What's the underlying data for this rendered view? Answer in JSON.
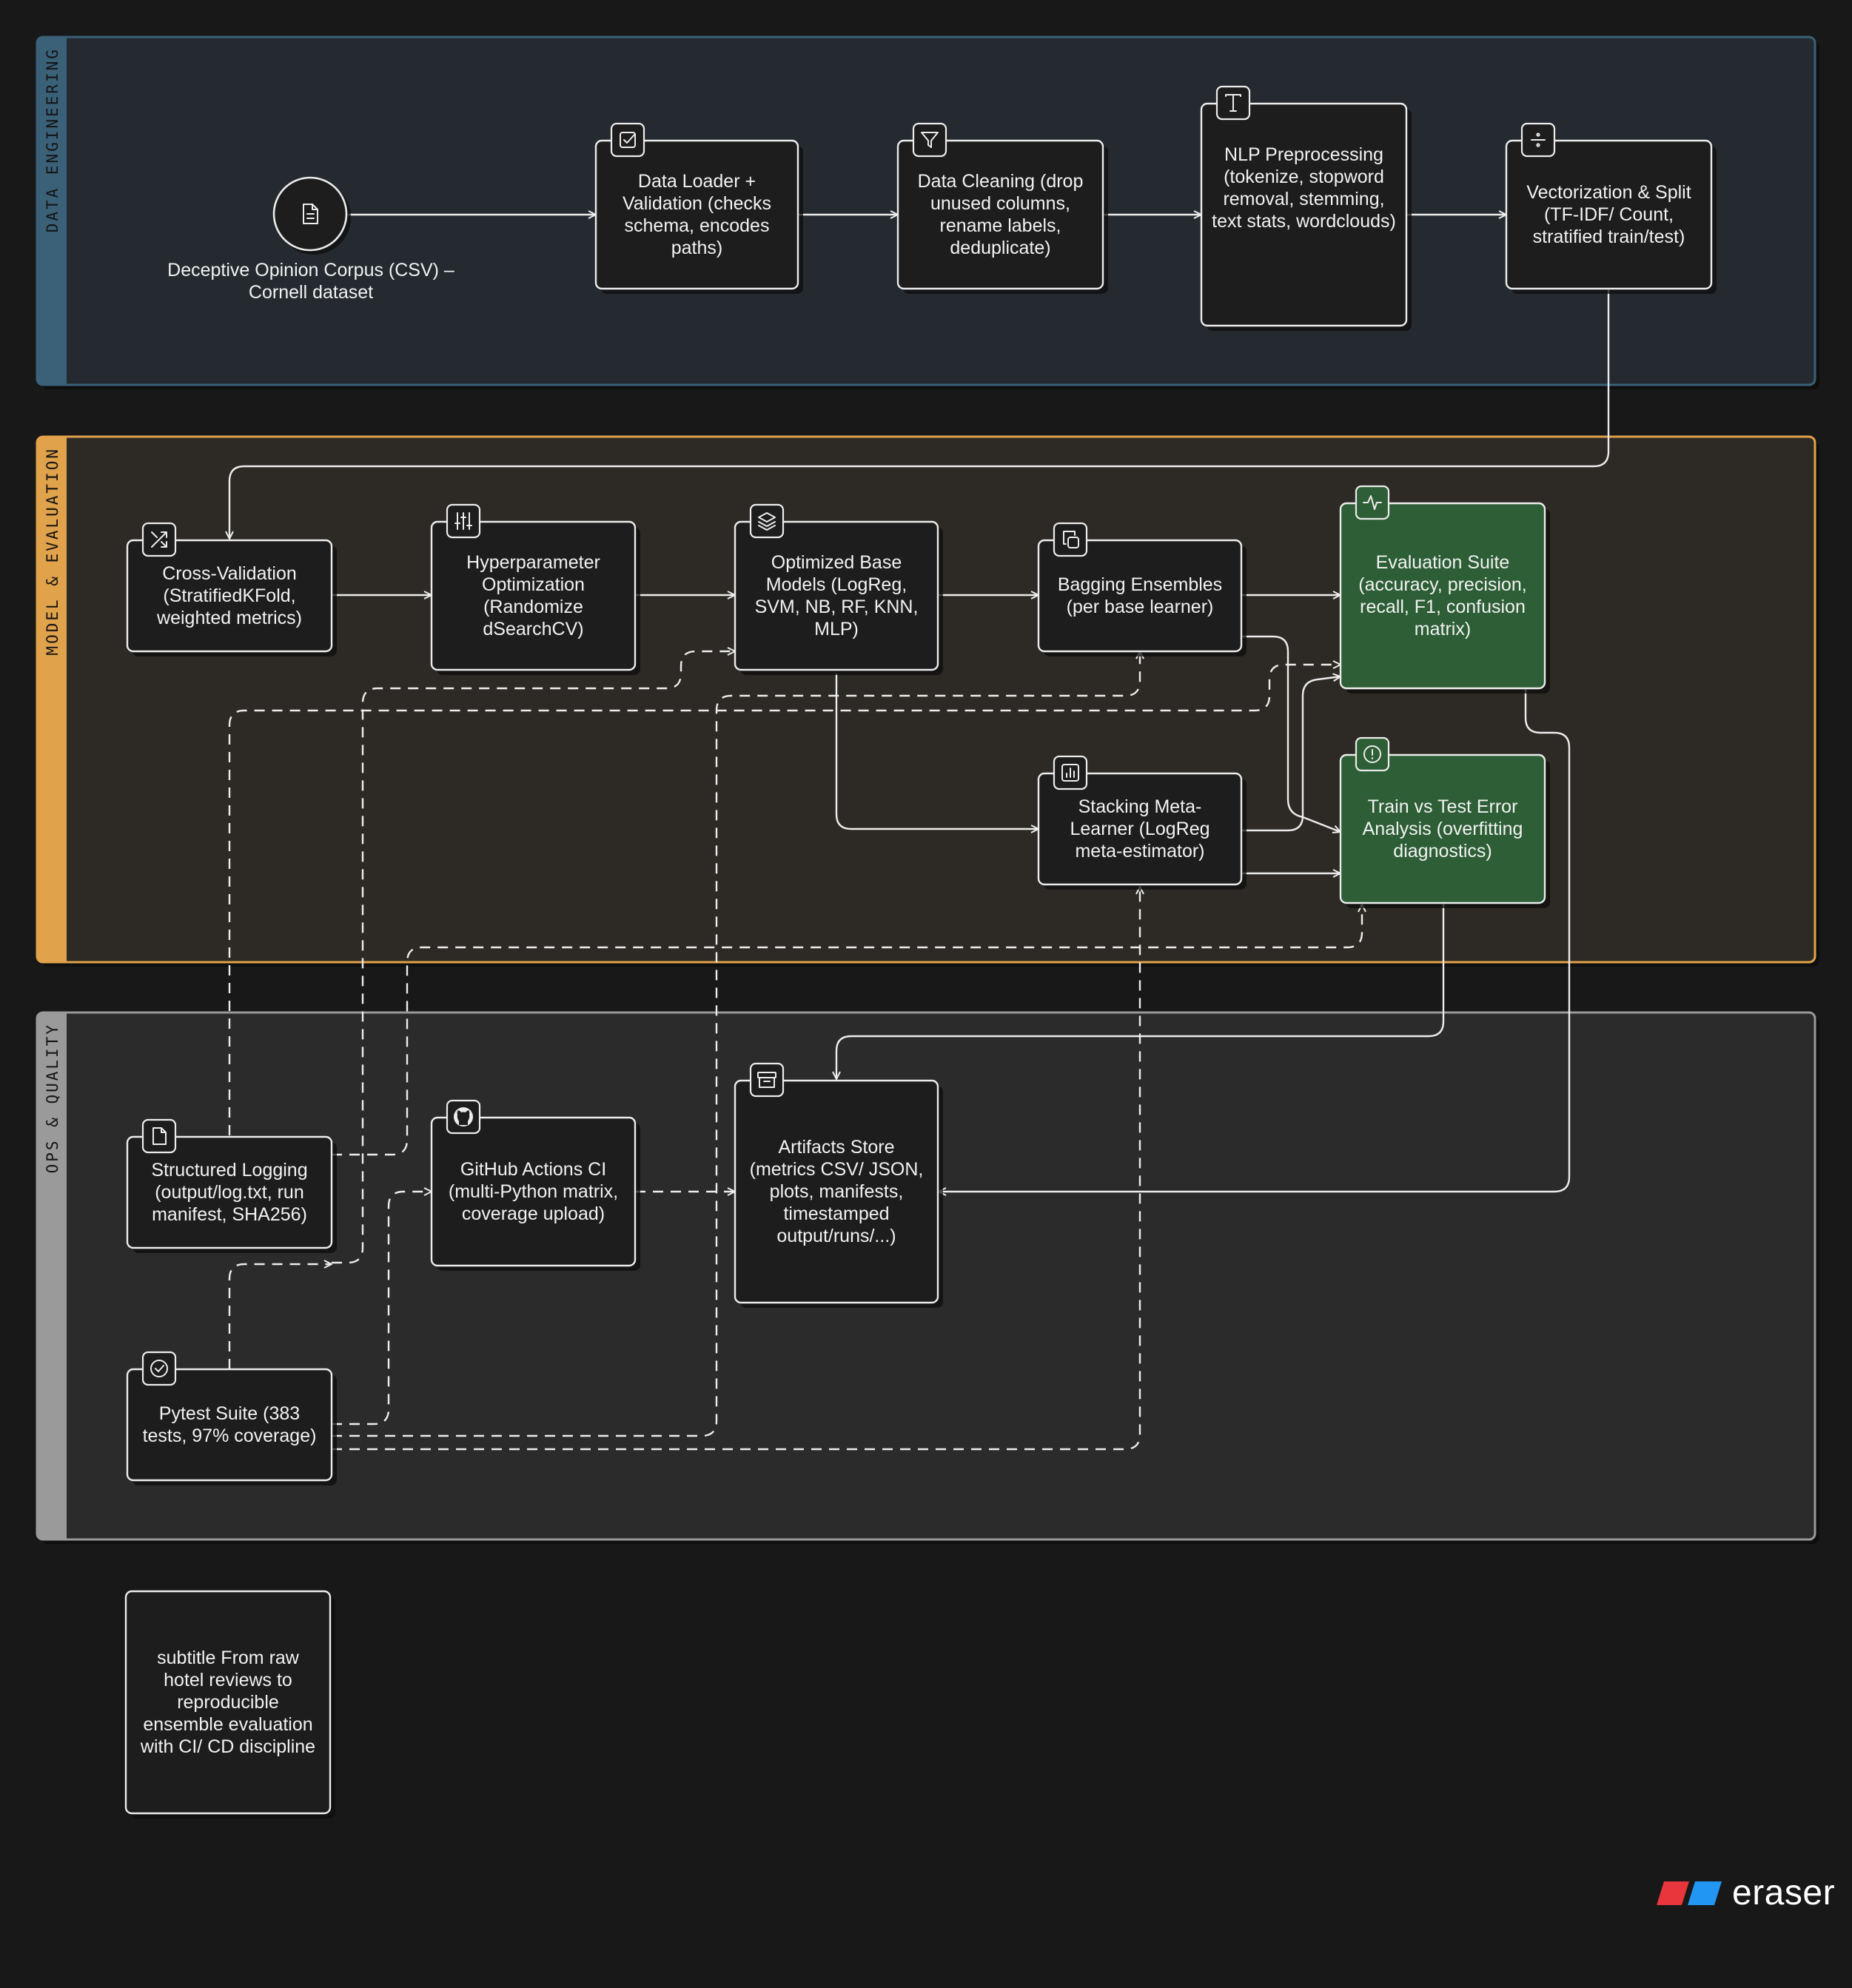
{
  "lanes": [
    {
      "id": "data",
      "label": "DATA ENGINEERING"
    },
    {
      "id": "model",
      "label": "MODEL & EVALUATION"
    },
    {
      "id": "ops",
      "label": "OPS & QUALITY"
    }
  ],
  "nodes": {
    "corpus": {
      "label": "Deceptive Opinion Corpus (CSV) – Cornell dataset",
      "icon": "document-icon"
    },
    "loader": {
      "label": "Data Loader + Validation (checks schema, encodes paths)",
      "icon": "checkbox-icon"
    },
    "cleaning": {
      "label": "Data Cleaning (drop unused columns, rename labels, deduplicate)",
      "icon": "filter-icon"
    },
    "nlp": {
      "label": "NLP Preprocessing (tokenize, stopword removal, stemming, text stats, wordclouds)",
      "icon": "text-icon"
    },
    "vector": {
      "label": "Vectorization & Split (TF-IDF/ Count, stratified train/test)",
      "icon": "divide-icon"
    },
    "cv": {
      "label": "Cross-Validation (StratifiedKFold, weighted metrics)",
      "icon": "shuffle-icon"
    },
    "hpo": {
      "label": "Hyperparameter Optimization (Randomize dSearchCV)",
      "icon": "sliders-icon"
    },
    "base": {
      "label": "Optimized Base Models (LogReg, SVM, NB, RF, KNN, MLP)",
      "icon": "layers-icon"
    },
    "bagging": {
      "label": "Bagging Ensembles (per base learner)",
      "icon": "copy-icon"
    },
    "eval": {
      "label": "Evaluation Suite (accuracy, precision, recall, F1, confusion matrix)",
      "icon": "pulse-icon"
    },
    "stacking": {
      "label": "Stacking Meta-Learner (LogReg meta-estimator)",
      "icon": "bar-chart-icon"
    },
    "traintest": {
      "label": "Train vs Test Error Analysis (overfitting diagnostics)",
      "icon": "alert-circle-icon"
    },
    "logging": {
      "label": "Structured Logging (output/log.txt, run manifest, SHA256)",
      "icon": "file-icon"
    },
    "github": {
      "label": "GitHub Actions CI (multi-Python matrix, coverage upload)",
      "icon": "github-icon"
    },
    "artifacts": {
      "label": "Artifacts Store (metrics CSV/ JSON, plots, manifests, timestamped output/runs/...)",
      "icon": "archive-icon"
    },
    "pytest": {
      "label": "Pytest Suite (383 tests, 97% coverage)",
      "icon": "check-circle-icon"
    },
    "subtitle": {
      "label": "subtitle From raw hotel reviews to reproducible ensemble evaluation with CI/ CD discipline"
    }
  },
  "brand": {
    "name": "eraser",
    "colors": [
      "#e8363c",
      "#2196f3"
    ]
  },
  "colors": {
    "background": "#181818",
    "lane_data_fill": "#242a2f",
    "lane_data_stripe": "#3a6178",
    "lane_model_fill": "#2d2a25",
    "lane_model_stripe": "#e0a24a",
    "lane_ops_fill": "#2b2b2b",
    "lane_ops_stripe": "#9a9a9a",
    "node_fill": "#1d1d1d",
    "node_green": "#2d5e36",
    "stroke": "#ececec"
  }
}
